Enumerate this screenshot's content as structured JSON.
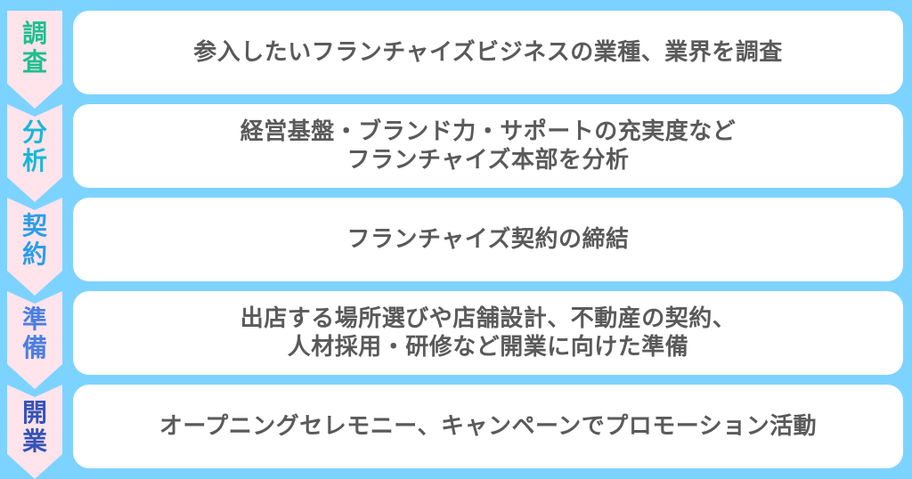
{
  "steps": [
    {
      "label": "調\n査",
      "text": "参入したいフランチャイズビジネスの業種、業界を調査",
      "label_color": "#1fbf8f"
    },
    {
      "label": "分\n析",
      "text": "経営基盤・ブランド力・サポートの充実度など\nフランチャイズ本部を分析",
      "label_color": "#18b8d8"
    },
    {
      "label": "契\n約",
      "text": "フランチャイズ契約の締結",
      "label_color": "#2a9ee8"
    },
    {
      "label": "準\n備",
      "text": "出店する場所選びや店舗設計、不動産の契約、\n人材採用・研修など開業に向けた準備",
      "label_color": "#4a7fe0"
    },
    {
      "label": "開\n業",
      "text": "オープニングセレモニー、キャンペーンでプロモーション活動",
      "label_color": "#3553b8"
    }
  ],
  "colors": {
    "background": "#7dd3ff",
    "arrow_fill": "#ffe4ec",
    "card": "#ffffff",
    "text": "#5a5a5a"
  }
}
